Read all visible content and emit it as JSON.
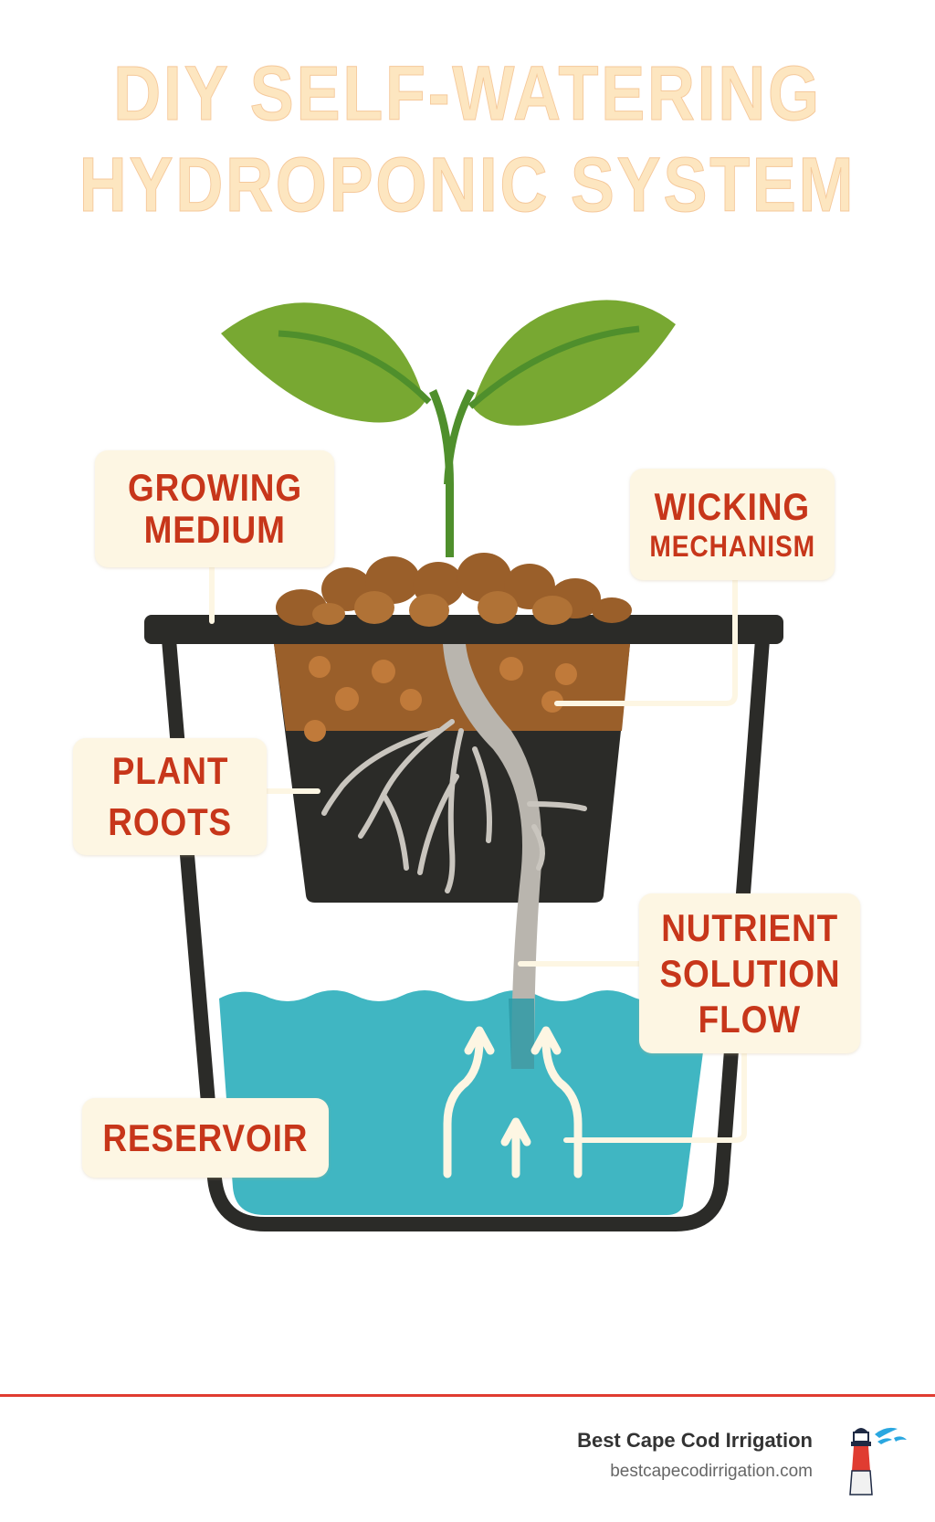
{
  "title": {
    "line1": "DIY SELF-WATERING",
    "line2": "HYDROPONIC SYSTEM"
  },
  "labels": {
    "growing_medium": [
      "GROWING",
      "MEDIUM"
    ],
    "wicking_mechanism": [
      "WICKING",
      "MECHANISM"
    ],
    "plant_roots": [
      "PLANT",
      "ROOTS"
    ],
    "nutrient_solution_flow": [
      "NUTRIENT",
      "SOLUTION",
      "FLOW"
    ],
    "reservoir": [
      "RESERVOIR"
    ]
  },
  "footer": {
    "brand_name": "Best Cape Cod Irrigation",
    "brand_url": "bestcapecodirrigation.com",
    "logo_icon": "lighthouse-icon"
  },
  "colors": {
    "title": "#fde6c0",
    "label_text": "#c7361a",
    "label_bg": "#fdf6e3",
    "leaf": "#78a832",
    "stem": "#4f8f2c",
    "soil": "#9a5f2a",
    "pot": "#2b2b28",
    "water": "#40b6c2",
    "wick": "#b9b5ae",
    "divider": "#e03c31"
  }
}
